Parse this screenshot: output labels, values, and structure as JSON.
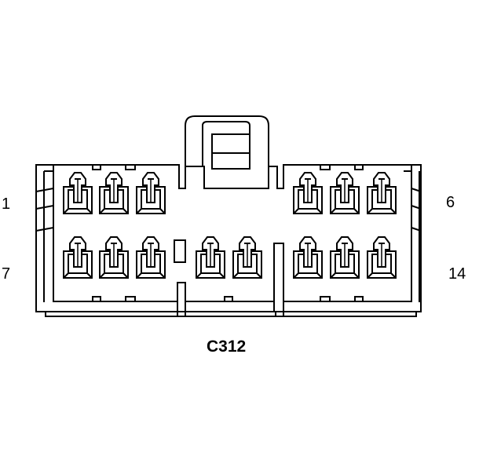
{
  "connector": {
    "id": "C312",
    "pin_labels": {
      "top_left": "1",
      "top_right": "6",
      "bottom_left": "7",
      "bottom_right": "14"
    }
  },
  "colors": {
    "stroke": "#000000",
    "background": "#ffffff"
  }
}
